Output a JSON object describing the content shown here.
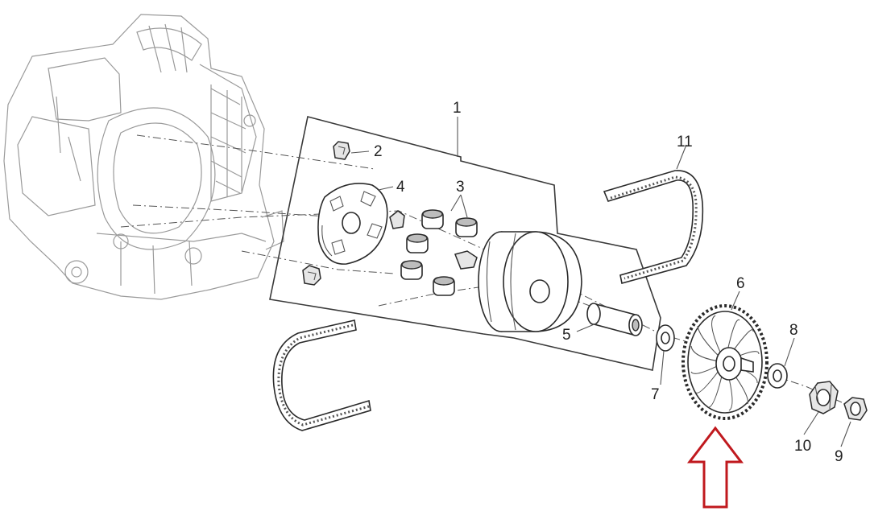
{
  "callouts": [
    {
      "id": "1",
      "label": "1",
      "part": "variator-assembly"
    },
    {
      "id": "2",
      "label": "2",
      "part": "slider"
    },
    {
      "id": "3",
      "label": "3",
      "part": "roller"
    },
    {
      "id": "4",
      "label": "4",
      "part": "ramp-plate"
    },
    {
      "id": "5",
      "label": "5",
      "part": "bushing"
    },
    {
      "id": "6",
      "label": "6",
      "part": "fan-pulley"
    },
    {
      "id": "7",
      "label": "7",
      "part": "washer"
    },
    {
      "id": "8",
      "label": "8",
      "part": "washer"
    },
    {
      "id": "9",
      "label": "9",
      "part": "nut"
    },
    {
      "id": "10",
      "label": "10",
      "part": "belleville-washer"
    },
    {
      "id": "11",
      "label": "11",
      "part": "drive-belt"
    }
  ],
  "colors": {
    "line": "#2a2a2a",
    "crankcase": "#9a9a9a",
    "highlight_arrow": "#c0191e",
    "background": "#ffffff"
  },
  "highlighted_part": "6"
}
